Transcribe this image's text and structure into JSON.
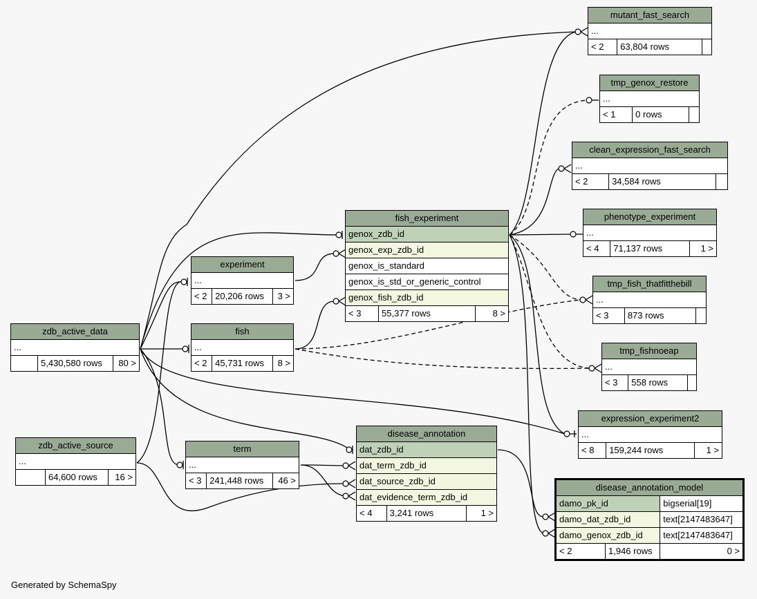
{
  "footer": "Generated by SchemaSpy",
  "tables": {
    "mutant_fast_search": {
      "name": "mutant_fast_search",
      "row": "...",
      "children": "< 2",
      "rows": "63,804 rows",
      "parents": ""
    },
    "tmp_genox_restore": {
      "name": "tmp_genox_restore",
      "row": "...",
      "children": "< 1",
      "rows": "0 rows",
      "parents": ""
    },
    "clean_expression_fast_search": {
      "name": "clean_expression_fast_search",
      "row": "...",
      "children": "< 2",
      "rows": "34,584 rows",
      "parents": ""
    },
    "phenotype_experiment": {
      "name": "phenotype_experiment",
      "row": "...",
      "children": "< 4",
      "rows": "71,137 rows",
      "parents": "1 >"
    },
    "tmp_fish_thatfitthebill": {
      "name": "tmp_fish_thatfitthebill",
      "row": "...",
      "children": "< 3",
      "rows": "873 rows",
      "parents": ""
    },
    "tmp_fishnoeap": {
      "name": "tmp_fishnoeap",
      "row": "...",
      "children": "< 3",
      "rows": "558 rows",
      "parents": ""
    },
    "expression_experiment2": {
      "name": "expression_experiment2",
      "row": "...",
      "children": "< 8",
      "rows": "159,244 rows",
      "parents": "1 >"
    },
    "fish_experiment": {
      "name": "fish_experiment",
      "columns": [
        "genox_zdb_id",
        "genox_exp_zdb_id",
        "genox_is_standard",
        "genox_is_std_or_generic_control",
        "genox_fish_zdb_id"
      ],
      "children": "< 3",
      "rows": "55,377 rows",
      "parents": "8 >"
    },
    "experiment": {
      "name": "experiment",
      "row": "...",
      "children": "< 2",
      "rows": "20,206 rows",
      "parents": "3 >"
    },
    "fish": {
      "name": "fish",
      "row": "...",
      "children": "< 2",
      "rows": "45,731 rows",
      "parents": "8 >"
    },
    "zdb_active_data": {
      "name": "zdb_active_data",
      "row": "...",
      "children": "",
      "rows": "5,430,580 rows",
      "parents": "80 >"
    },
    "zdb_active_source": {
      "name": "zdb_active_source",
      "row": "...",
      "children": "",
      "rows": "64,600 rows",
      "parents": "16 >"
    },
    "term": {
      "name": "term",
      "row": "...",
      "children": "< 3",
      "rows": "241,448 rows",
      "parents": "46 >"
    },
    "disease_annotation": {
      "name": "disease_annotation",
      "columns": [
        "dat_zdb_id",
        "dat_term_zdb_id",
        "dat_source_zdb_id",
        "dat_evidence_term_zdb_id"
      ],
      "children": "< 4",
      "rows": "3,241 rows",
      "parents": "1 >"
    },
    "disease_annotation_model": {
      "name": "disease_annotation_model",
      "columns": [
        {
          "name": "damo_pk_id",
          "type": "bigserial[19]"
        },
        {
          "name": "damo_dat_zdb_id",
          "type": "text[2147483647]"
        },
        {
          "name": "damo_genox_zdb_id",
          "type": "text[2147483647]"
        }
      ],
      "children": "< 2",
      "rows": "1,946 rows",
      "parents": "0 >"
    }
  },
  "colors": {
    "header": "#9aab95",
    "primary_key": "#bfd2b8",
    "foreign_key": "#f4f7df",
    "background": "#f7f7f7"
  }
}
